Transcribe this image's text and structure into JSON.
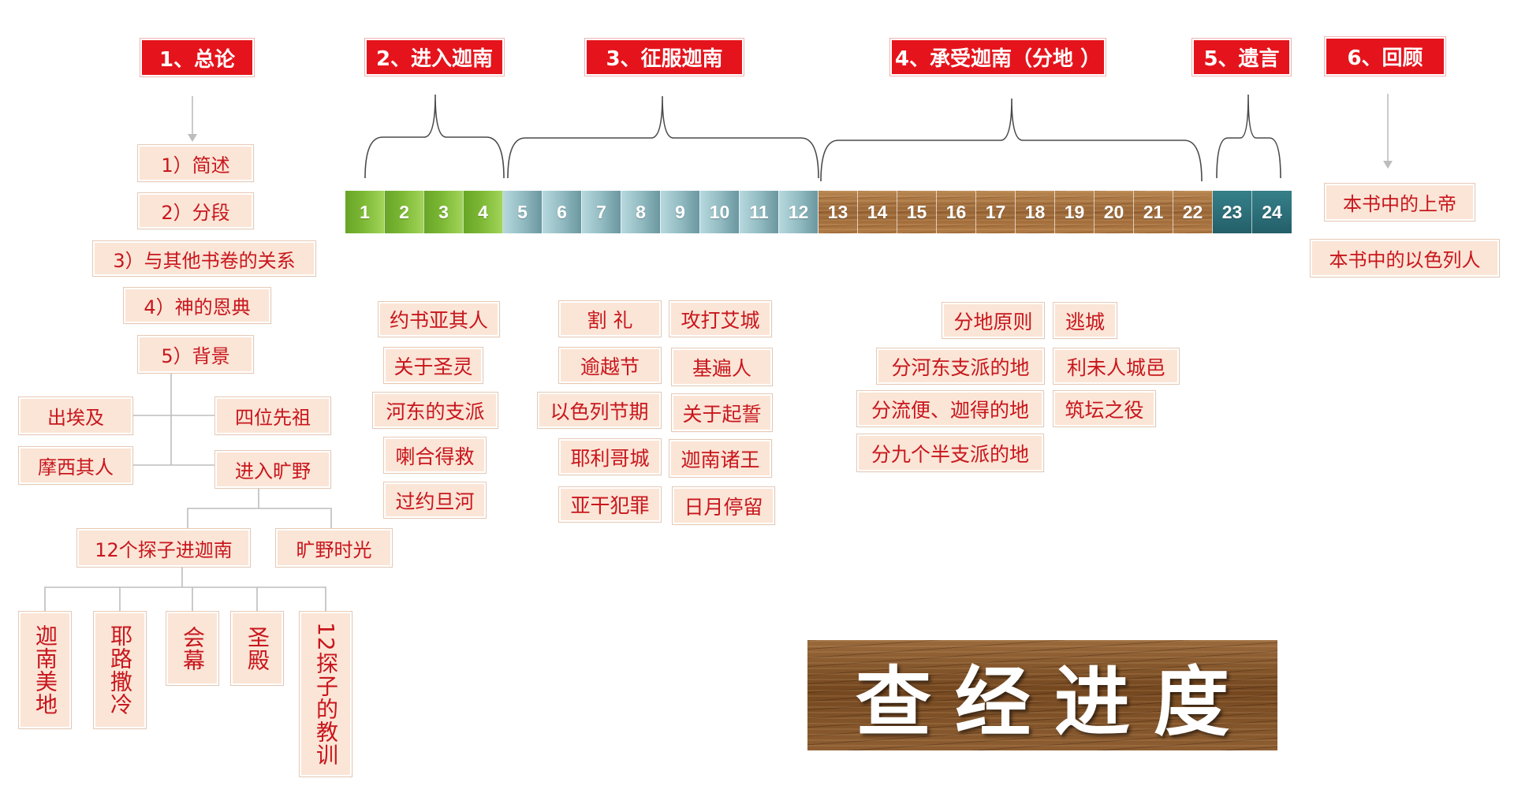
{
  "sections": [
    "1、总论",
    "2、进入迦南",
    "3、征服迦南",
    "4、承受迦南（分地 ）",
    "5、遗言",
    "6、回顾"
  ],
  "chapters": [
    "1",
    "2",
    "3",
    "4",
    "5",
    "6",
    "7",
    "8",
    "9",
    "10",
    "11",
    "12",
    "13",
    "14",
    "15",
    "16",
    "17",
    "18",
    "19",
    "20",
    "21",
    "22",
    "23",
    "24"
  ],
  "overview": {
    "items": [
      "1）简述",
      "2）分段",
      "3）与其他书卷的关系",
      "4）神的恩典",
      "5）背景"
    ],
    "background": {
      "left": [
        "出埃及",
        "摩西其人"
      ],
      "right": [
        "四位先祖",
        "进入旷野"
      ]
    },
    "wilderness": [
      "12个探子进迦南",
      "旷野时光"
    ],
    "spies": [
      "迦南美地",
      "耶路撒冷",
      "会幕",
      "圣殿",
      "12探子的教训"
    ]
  },
  "entering": [
    "约书亚其人",
    "关于圣灵",
    "河东的支派",
    "喇合得救",
    "过约旦河"
  ],
  "conquest": {
    "left": [
      "割 礼",
      "逾越节",
      "以色列节期",
      "耶利哥城",
      "亚干犯罪"
    ],
    "right": [
      "攻打艾城",
      "基遍人",
      "关于起誓",
      "迦南诸王",
      "日月停留"
    ]
  },
  "inheritance": {
    "left": [
      "分地原则",
      "分河东支派的地",
      "分流便、迦得的地",
      "分九个半支派的地"
    ],
    "right": [
      "逃城",
      "利未人城邑",
      "筑坛之役"
    ]
  },
  "review": [
    "本书中的上帝",
    "本书中的以色列人"
  ],
  "title": "查经进度",
  "colors": {
    "section_red": "#e5141c",
    "label_red": "#c8161d",
    "box_fill": "#fbe5d6",
    "chapters_1_4": "#7cb834",
    "chapters_5_12": "#8fb8bf",
    "chapters_13_22": "#a8743f",
    "chapters_23_24": "#2b6d77"
  }
}
